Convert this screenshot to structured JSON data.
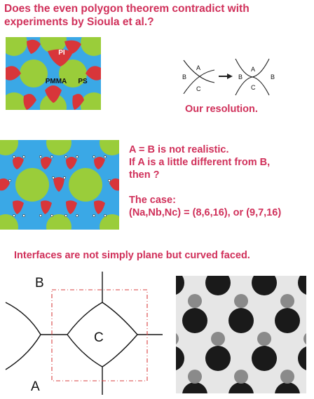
{
  "title": "Does the even polygon theorem contradict with experiments by Sioula et al.?",
  "figure1": {
    "label_pi": "PI",
    "label_pmma": "PMMA",
    "label_ps": "PS"
  },
  "schematic": {
    "a_left": "A",
    "b_left": "B",
    "c_left": "C",
    "a_right": "A",
    "b_right_left": "B",
    "b_right_right": "B",
    "c_right": "C"
  },
  "resolution_text": "Our resolution.",
  "text_block": {
    "line1": "A = B is not realistic.",
    "line2": "If A is a little different from B,",
    "line3": "then ?",
    "line4": "The case:",
    "line5": "(Na,Nb,Nc) = (8,6,16), or (9,7,16)"
  },
  "interfaces_text": "Interfaces are not simply plane but curved faced.",
  "diagram": {
    "label_b": "B",
    "label_c": "C",
    "label_a": "A"
  },
  "colors": {
    "accent": "#d0305a",
    "green": "#9acd3a",
    "blue": "#3aa8e6",
    "red": "#d8363a",
    "frame": "#d84040"
  }
}
